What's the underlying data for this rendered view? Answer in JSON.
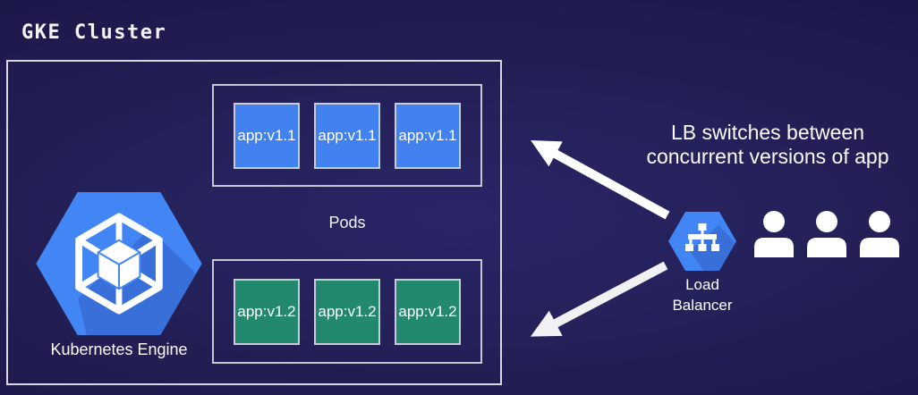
{
  "title": "GKE Cluster",
  "cluster": {
    "engine": {
      "label": "Kubernetes Engine",
      "icon": "kubernetes-engine-hexagon"
    },
    "pods": {
      "label": "Pods",
      "groups": [
        {
          "name": "v1.1",
          "app_label": "app:v1.1",
          "color": "#4181f0",
          "replicas": 3
        },
        {
          "name": "v1.2",
          "app_label": "app:v1.2",
          "color": "#23896e",
          "replicas": 3
        }
      ]
    }
  },
  "load_balancer": {
    "label_line1": "Load",
    "label_line2": "Balancer",
    "icon": "load-balancer-hexagon"
  },
  "annotation": {
    "line1": "LB switches between",
    "line2": "concurrent versions of app"
  },
  "users": {
    "count": 3,
    "icon": "user-silhouette"
  },
  "colors": {
    "background": "#221e53",
    "hexagon_blue": "#4285f4",
    "hexagon_shadow": "#2c54b8",
    "pod_blue": "#4181f0",
    "pod_green": "#23896e",
    "border_light": "#d7d8e2",
    "arrow_white": "#f7f7f9",
    "text_white": "#ffffff"
  }
}
